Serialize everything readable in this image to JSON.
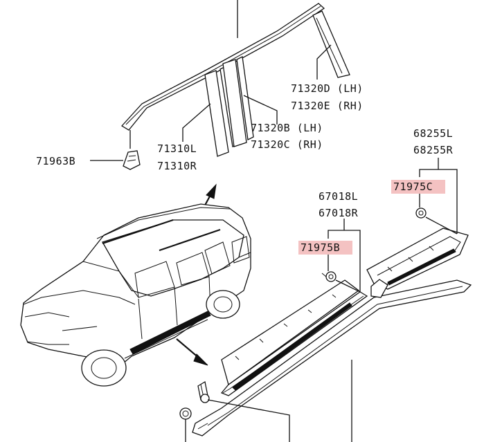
{
  "labels": {
    "l71320D": "71320D (LH)",
    "l71320E": "71320E (RH)",
    "l71320B": "71320B (LH)",
    "l71320C": "71320C (RH)",
    "l71310L": "71310L",
    "l71310R": "71310R",
    "l71963B": "71963B",
    "l68255L": "68255L",
    "l68255R": "68255R",
    "l71975C": "71975C",
    "l67018L": "67018L",
    "l67018R": "67018R",
    "l71975B": "71975B"
  },
  "highlight_color": "#f4c2c2"
}
